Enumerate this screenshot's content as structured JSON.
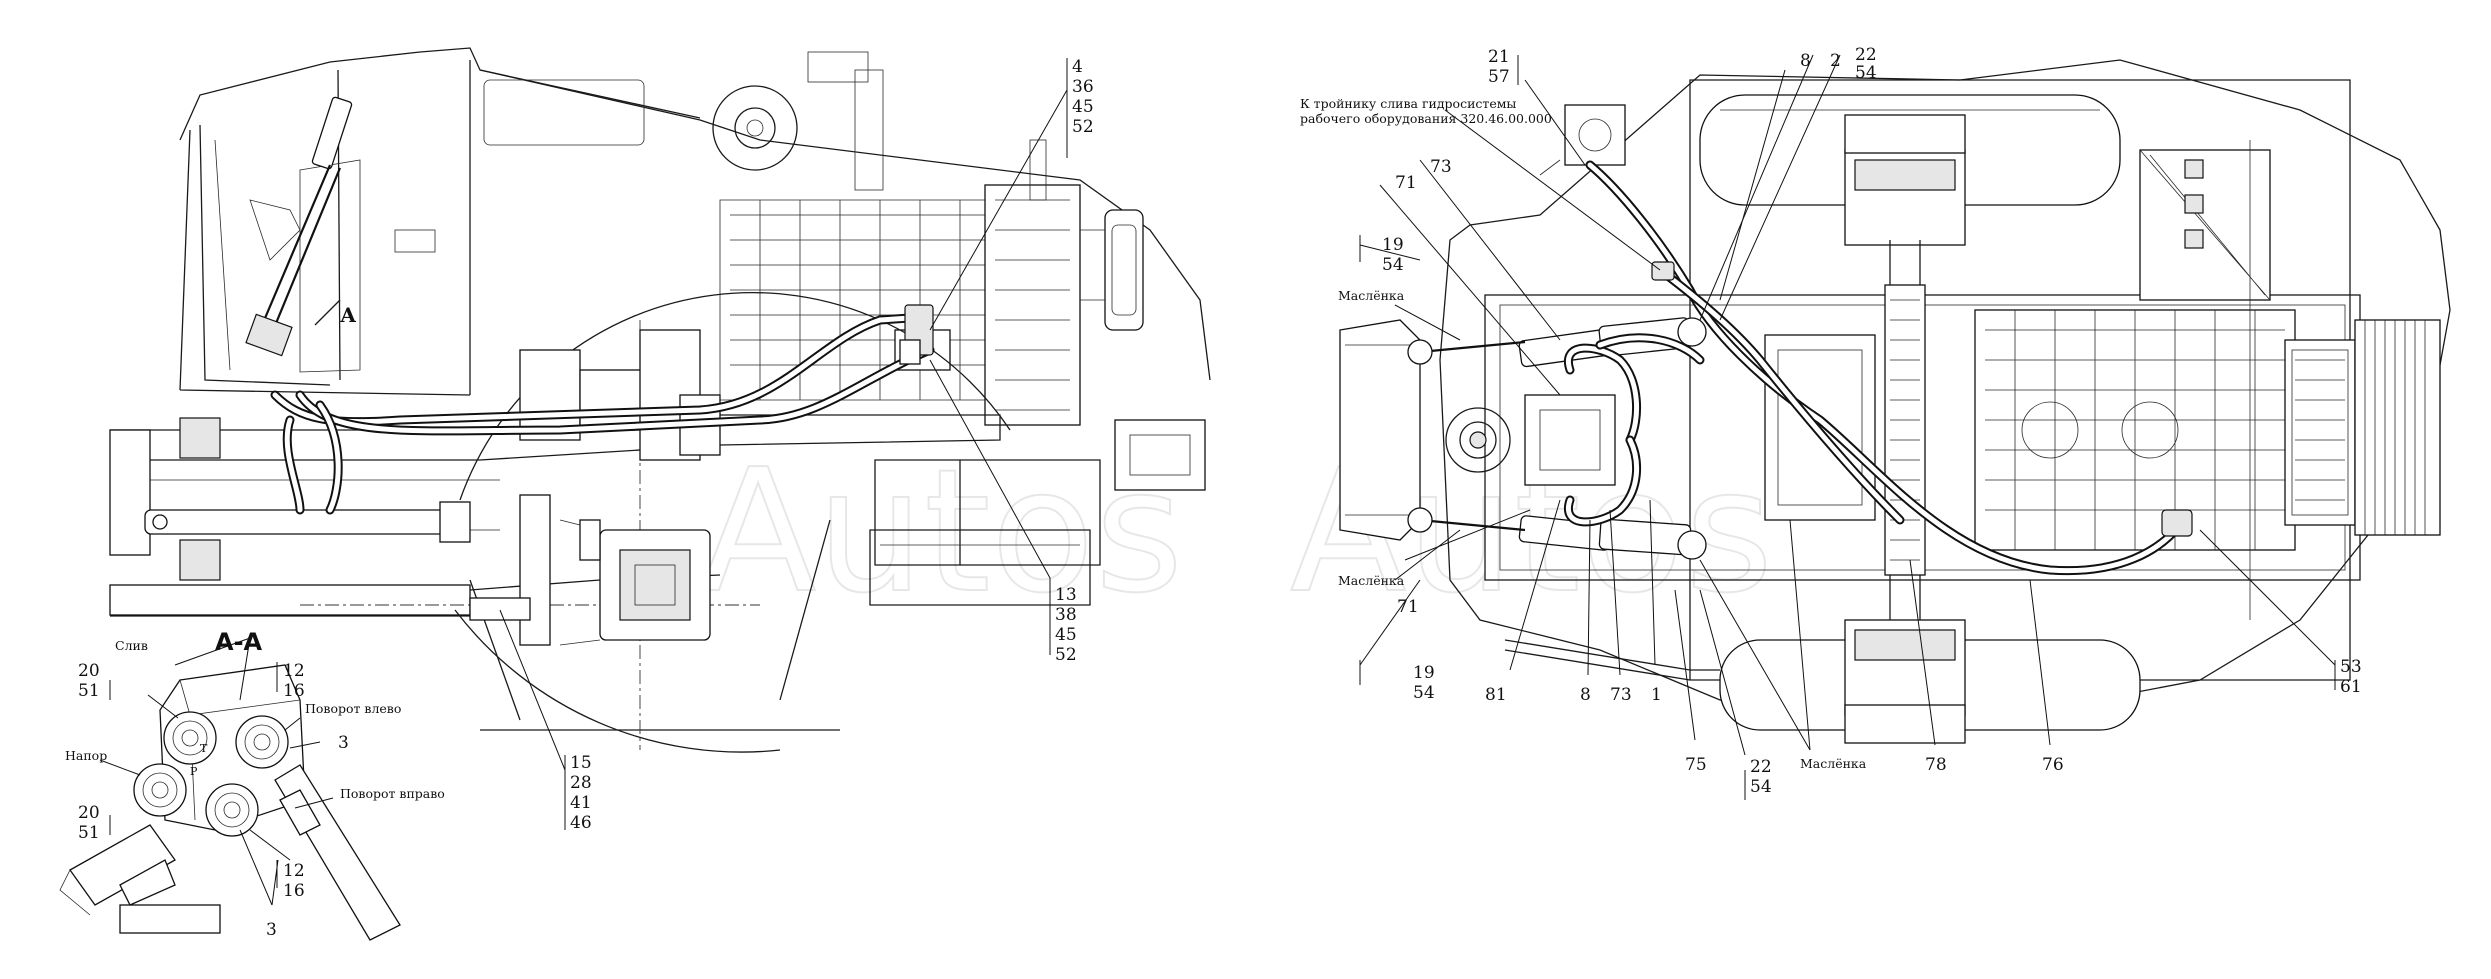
{
  "section_title": "А-А",
  "section_arrow_letter": "А",
  "watermark": "Autos",
  "note": {
    "line1": "К тройнику слива гидросистемы",
    "line2": "рабочего оборудования 320.46.00.000"
  },
  "inset_labels": {
    "drain": "Слив",
    "pressure": "Напор",
    "turn_left": "Поворот влево",
    "turn_right": "Поворот вправо",
    "port_t": "T",
    "port_p": "P"
  },
  "oiler_labels": [
    "Маслёнка",
    "Маслёнка",
    "Маслёнка"
  ],
  "callouts": {
    "side_top": [
      "4",
      "36",
      "45",
      "52"
    ],
    "side_bottom": [
      "13",
      "38",
      "45",
      "52"
    ],
    "side_lower": [
      "15",
      "28",
      "41",
      "46"
    ],
    "inset_20_51_top": [
      "20",
      "51"
    ],
    "inset_20_51_bottom": [
      "20",
      "51"
    ],
    "inset_12_16_top": [
      "12",
      "16"
    ],
    "inset_12_16_bottom": [
      "12",
      "16"
    ],
    "inset_3_top": "3",
    "inset_3_bottom": "3",
    "plan_21_57": [
      "21",
      "57"
    ],
    "plan_8_top": "8",
    "plan_2": "2",
    "plan_22_54_top": [
      "22",
      "54"
    ],
    "plan_73_top": "73",
    "plan_71_top": "71",
    "plan_19_54_top": [
      "19",
      "54"
    ],
    "plan_71_bottom": "71",
    "plan_19_54_bottom": [
      "19",
      "54"
    ],
    "plan_81": "81",
    "plan_8_bottom": "8",
    "plan_73_bottom": "73",
    "plan_1": "1",
    "plan_75": "75",
    "plan_22_54_bottom": [
      "22",
      "54"
    ],
    "plan_78": "78",
    "plan_76": "76",
    "plan_53_61": [
      "53",
      "61"
    ]
  }
}
